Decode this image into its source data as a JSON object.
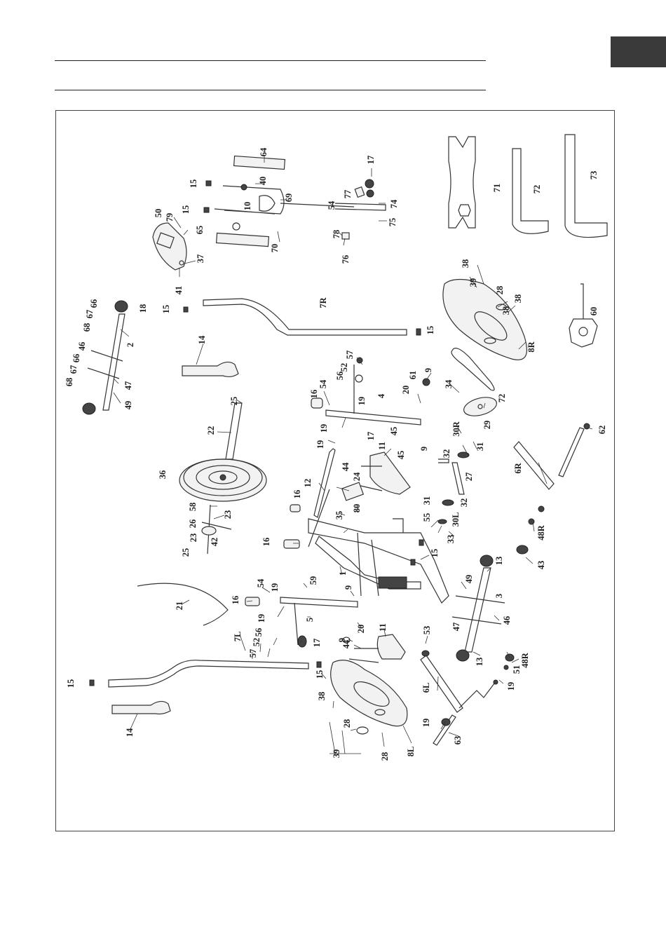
{
  "header": {
    "tab_color": "#3a3a3a"
  },
  "diagram": {
    "labels": [
      {
        "id": "64",
        "t": "64"
      },
      {
        "id": "17a",
        "t": "17"
      },
      {
        "id": "15a",
        "t": "15"
      },
      {
        "id": "40",
        "t": "40"
      },
      {
        "id": "69",
        "t": "69"
      },
      {
        "id": "77",
        "t": "77"
      },
      {
        "id": "54a",
        "t": "54"
      },
      {
        "id": "74",
        "t": "74"
      },
      {
        "id": "50",
        "t": "50"
      },
      {
        "id": "79",
        "t": "79"
      },
      {
        "id": "15b",
        "t": "15"
      },
      {
        "id": "10",
        "t": "10"
      },
      {
        "id": "65",
        "t": "65"
      },
      {
        "id": "75",
        "t": "75"
      },
      {
        "id": "78",
        "t": "78"
      },
      {
        "id": "70",
        "t": "70"
      },
      {
        "id": "37",
        "t": "37"
      },
      {
        "id": "76",
        "t": "76"
      },
      {
        "id": "41",
        "t": "41"
      },
      {
        "id": "71",
        "t": "71"
      },
      {
        "id": "72a",
        "t": "72"
      },
      {
        "id": "73",
        "t": "73"
      },
      {
        "id": "38a",
        "t": "38"
      },
      {
        "id": "39a",
        "t": "39"
      },
      {
        "id": "28a",
        "t": "28"
      },
      {
        "id": "38b",
        "t": "38"
      },
      {
        "id": "38c",
        "t": "38"
      },
      {
        "id": "60",
        "t": "60"
      },
      {
        "id": "8R",
        "t": "8R"
      },
      {
        "id": "66a",
        "t": "66"
      },
      {
        "id": "67a",
        "t": "67"
      },
      {
        "id": "18",
        "t": "18"
      },
      {
        "id": "15c",
        "t": "15"
      },
      {
        "id": "7R",
        "t": "7R"
      },
      {
        "id": "15d",
        "t": "15"
      },
      {
        "id": "68a",
        "t": "68"
      },
      {
        "id": "2",
        "t": "2"
      },
      {
        "id": "46a",
        "t": "46"
      },
      {
        "id": "66b",
        "t": "66"
      },
      {
        "id": "67b",
        "t": "67"
      },
      {
        "id": "68b",
        "t": "68"
      },
      {
        "id": "47a",
        "t": "47"
      },
      {
        "id": "49a",
        "t": "49"
      },
      {
        "id": "14a",
        "t": "14"
      },
      {
        "id": "57a",
        "t": "57"
      },
      {
        "id": "52a",
        "t": "52"
      },
      {
        "id": "56a",
        "t": "56"
      },
      {
        "id": "54b",
        "t": "54"
      },
      {
        "id": "16a",
        "t": "16"
      },
      {
        "id": "19a",
        "t": "19"
      },
      {
        "id": "4",
        "t": "4"
      },
      {
        "id": "20a",
        "t": "20"
      },
      {
        "id": "61",
        "t": "61"
      },
      {
        "id": "9a",
        "t": "9"
      },
      {
        "id": "34",
        "t": "34"
      },
      {
        "id": "72b",
        "t": "72"
      },
      {
        "id": "29",
        "t": "29"
      },
      {
        "id": "25a",
        "t": "25"
      },
      {
        "id": "22",
        "t": "22"
      },
      {
        "id": "19b",
        "t": "19"
      },
      {
        "id": "17b",
        "t": "17"
      },
      {
        "id": "45a",
        "t": "45"
      },
      {
        "id": "30R",
        "t": "30R"
      },
      {
        "id": "31a",
        "t": "31"
      },
      {
        "id": "9b",
        "t": "9"
      },
      {
        "id": "11a",
        "t": "11"
      },
      {
        "id": "45b",
        "t": "45"
      },
      {
        "id": "32a",
        "t": "32"
      },
      {
        "id": "19c",
        "t": "19"
      },
      {
        "id": "44a",
        "t": "44"
      },
      {
        "id": "62",
        "t": "62"
      },
      {
        "id": "6R",
        "t": "6R"
      },
      {
        "id": "36",
        "t": "36"
      },
      {
        "id": "12",
        "t": "12"
      },
      {
        "id": "24",
        "t": "24"
      },
      {
        "id": "27",
        "t": "27"
      },
      {
        "id": "16b",
        "t": "16"
      },
      {
        "id": "58",
        "t": "58"
      },
      {
        "id": "80",
        "t": "80"
      },
      {
        "id": "35",
        "t": "35"
      },
      {
        "id": "23a",
        "t": "23"
      },
      {
        "id": "31b",
        "t": "31"
      },
      {
        "id": "32b",
        "t": "32"
      },
      {
        "id": "26",
        "t": "26"
      },
      {
        "id": "23b",
        "t": "23"
      },
      {
        "id": "42",
        "t": "42"
      },
      {
        "id": "25b",
        "t": "25"
      },
      {
        "id": "55",
        "t": "55"
      },
      {
        "id": "30L",
        "t": "30L"
      },
      {
        "id": "33",
        "t": "33"
      },
      {
        "id": "48Ra",
        "t": "48R"
      },
      {
        "id": "16c",
        "t": "16"
      },
      {
        "id": "15e",
        "t": "15"
      },
      {
        "id": "43",
        "t": "43"
      },
      {
        "id": "1",
        "t": "1"
      },
      {
        "id": "13a",
        "t": "13"
      },
      {
        "id": "54c",
        "t": "54"
      },
      {
        "id": "19d",
        "t": "19"
      },
      {
        "id": "59",
        "t": "59"
      },
      {
        "id": "49b",
        "t": "49"
      },
      {
        "id": "3",
        "t": "3"
      },
      {
        "id": "16d",
        "t": "16"
      },
      {
        "id": "21",
        "t": "21"
      },
      {
        "id": "9c",
        "t": "9"
      },
      {
        "id": "5",
        "t": "5"
      },
      {
        "id": "47b",
        "t": "47"
      },
      {
        "id": "46b",
        "t": "46"
      },
      {
        "id": "19e",
        "t": "19"
      },
      {
        "id": "20b",
        "t": "20"
      },
      {
        "id": "11b",
        "t": "11"
      },
      {
        "id": "57b",
        "t": "57"
      },
      {
        "id": "52b",
        "t": "52"
      },
      {
        "id": "56b",
        "t": "56"
      },
      {
        "id": "9d",
        "t": "9"
      },
      {
        "id": "17c",
        "t": "17"
      },
      {
        "id": "7L",
        "t": "7L"
      },
      {
        "id": "44b",
        "t": "44"
      },
      {
        "id": "53",
        "t": "53"
      },
      {
        "id": "13b",
        "t": "13"
      },
      {
        "id": "48Rb",
        "t": "48R"
      },
      {
        "id": "51",
        "t": "51"
      },
      {
        "id": "15f",
        "t": "15"
      },
      {
        "id": "15g",
        "t": "15"
      },
      {
        "id": "6L",
        "t": "6L"
      },
      {
        "id": "19f",
        "t": "19"
      },
      {
        "id": "38d",
        "t": "38"
      },
      {
        "id": "14b",
        "t": "14"
      },
      {
        "id": "19g",
        "t": "19"
      },
      {
        "id": "63",
        "t": "63"
      },
      {
        "id": "28b",
        "t": "28"
      },
      {
        "id": "39b",
        "t": "39"
      },
      {
        "id": "28c",
        "t": "28"
      },
      {
        "id": "8L",
        "t": "8L"
      }
    ]
  }
}
